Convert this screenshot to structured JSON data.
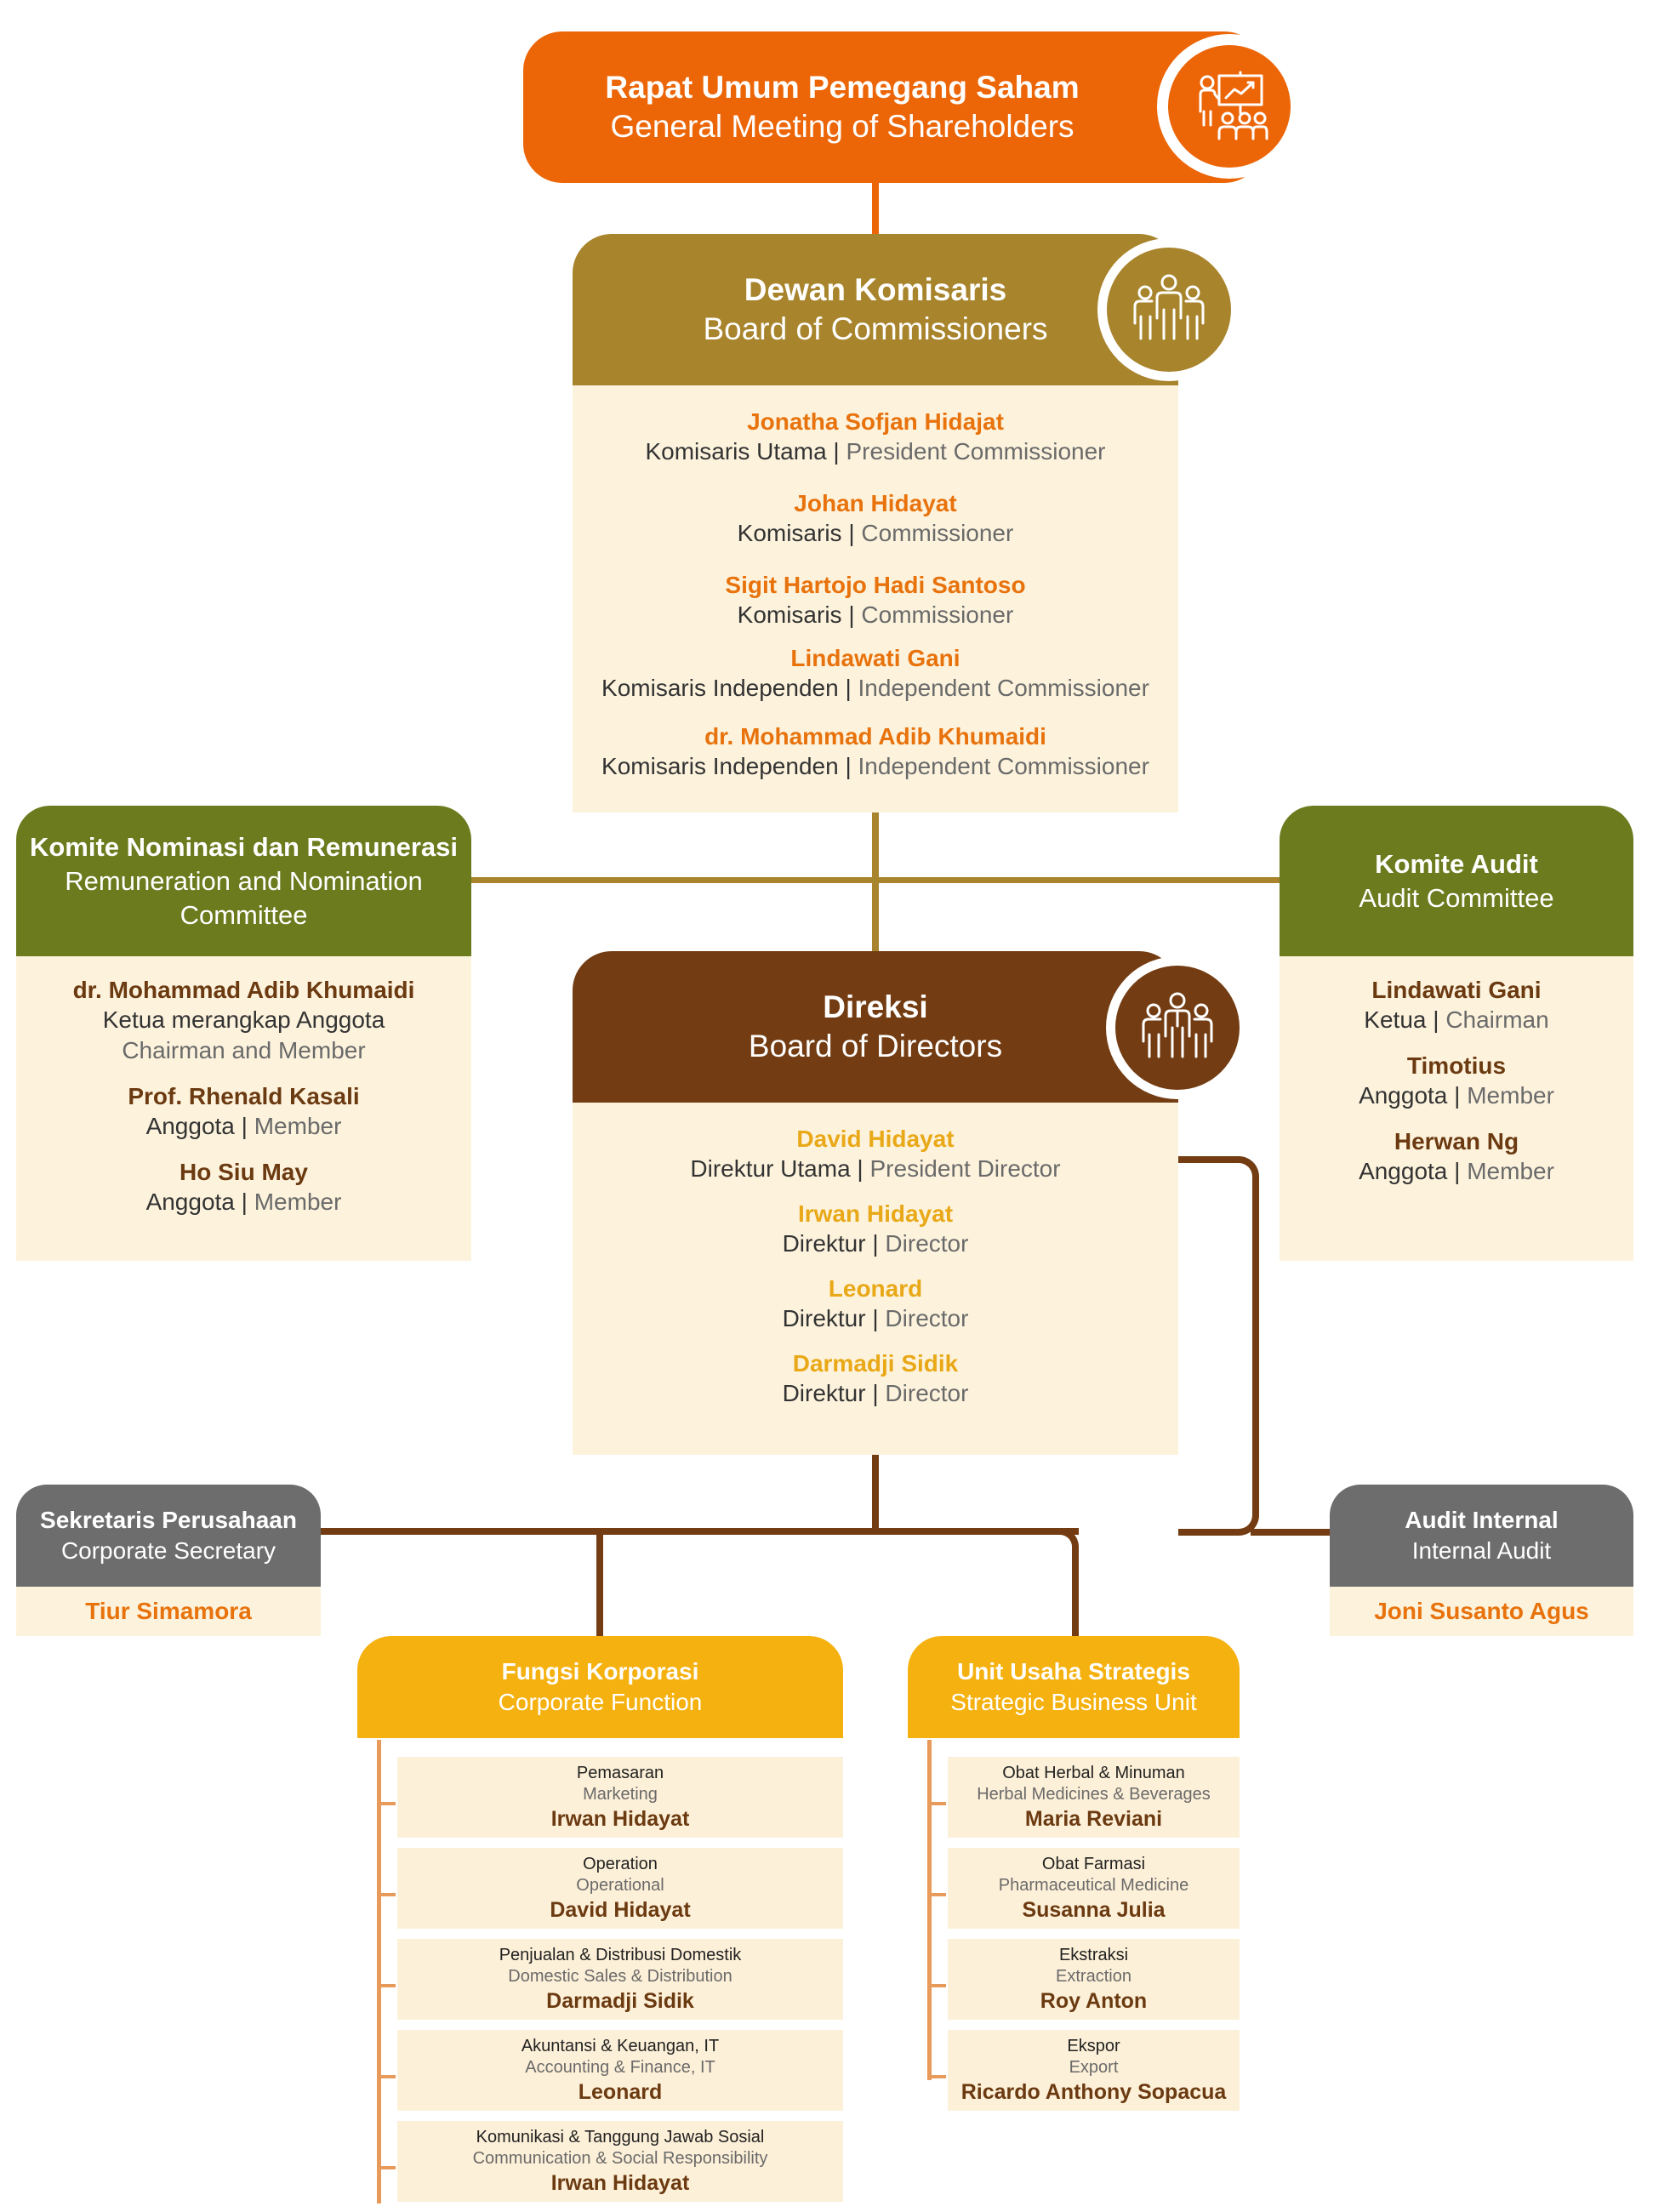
{
  "colors": {
    "rups": "#ec6608",
    "commissioners": "#a8842c",
    "committee": "#6b7b1d",
    "directors": "#733c12",
    "grey": "#6d6d6d",
    "yellow": "#f5b10f",
    "name_orange": "#e8720c",
    "name_gold": "#e9a817",
    "name_brown": "#6b3a11",
    "cream": "#fdf3dd"
  },
  "rups": {
    "title_id": "Rapat Umum Pemegang Saham",
    "title_en": "General Meeting of Shareholders",
    "icon": "presentation-icon"
  },
  "commissioners": {
    "title_id": "Dewan Komisaris",
    "title_en": "Board of Commissioners",
    "icon": "people-group-icon",
    "members": [
      {
        "name": "Jonatha Sofjan Hidajat",
        "role_id": "Komisaris Utama",
        "role_en": "President Commissioner"
      },
      {
        "name": "Johan Hidayat",
        "role_id": "Komisaris",
        "role_en": "Commissioner"
      },
      {
        "name": "Sigit Hartojo Hadi Santoso",
        "role_id": "Komisaris",
        "role_en": "Commissioner"
      },
      {
        "name": "Lindawati Gani",
        "role_id": "Komisaris Independen",
        "role_en": "Independent Commissioner"
      },
      {
        "name": "dr. Mohammad Adib Khumaidi",
        "role_id": "Komisaris Independen",
        "role_en": "Independent Commissioner"
      }
    ]
  },
  "nomination": {
    "title_id": "Komite Nominasi dan Remunerasi",
    "title_en_1": "Remuneration and Nomination",
    "title_en_2": "Committee",
    "members": [
      {
        "name": "dr. Mohammad Adib Khumaidi",
        "role_id": "Ketua merangkap Anggota",
        "role_en": "Chairman and Member"
      },
      {
        "name": "Prof. Rhenald Kasali",
        "role_id": "Anggota",
        "role_en": "Member"
      },
      {
        "name": "Ho Siu May",
        "role_id": "Anggota",
        "role_en": "Member"
      }
    ]
  },
  "audit_committee": {
    "title_id": "Komite Audit",
    "title_en": "Audit Committee",
    "members": [
      {
        "name": "Lindawati Gani",
        "role_id": "Ketua",
        "role_en": "Chairman"
      },
      {
        "name": "Timotius",
        "role_id": "Anggota",
        "role_en": "Member"
      },
      {
        "name": "Herwan Ng",
        "role_id": "Anggota",
        "role_en": "Member"
      }
    ]
  },
  "directors": {
    "title_id": "Direksi",
    "title_en": "Board of Directors",
    "icon": "people-group-icon",
    "members": [
      {
        "name": "David Hidayat",
        "role_id": "Direktur Utama",
        "role_en": "President Director"
      },
      {
        "name": "Irwan Hidayat",
        "role_id": "Direktur",
        "role_en": "Director"
      },
      {
        "name": "Leonard",
        "role_id": "Direktur",
        "role_en": "Director"
      },
      {
        "name": "Darmadji Sidik",
        "role_id": "Direktur",
        "role_en": "Director"
      }
    ]
  },
  "corp_secretary": {
    "title_id": "Sekretaris Perusahaan",
    "title_en": "Corporate Secretary",
    "name": "Tiur Simamora"
  },
  "internal_audit": {
    "title_id": "Audit Internal",
    "title_en": "Internal Audit",
    "name": "Joni Susanto Agus"
  },
  "corp_function": {
    "title_id": "Fungsi Korporasi",
    "title_en": "Corporate Function",
    "units": [
      {
        "id": "Pemasaran",
        "en": "Marketing",
        "name": "Irwan Hidayat"
      },
      {
        "id": "Operation",
        "en": "Operational",
        "name": "David Hidayat"
      },
      {
        "id": "Penjualan & Distribusi Domestik",
        "en": "Domestic Sales & Distribution",
        "name": "Darmadji Sidik"
      },
      {
        "id": "Akuntansi & Keuangan, IT",
        "en": "Accounting & Finance, IT",
        "name": "Leonard"
      },
      {
        "id": "Komunikasi & Tanggung Jawab Sosial",
        "en": "Communication & Social Responsibility",
        "name": "Irwan Hidayat"
      }
    ]
  },
  "sbu": {
    "title_id": "Unit Usaha Strategis",
    "title_en": "Strategic Business Unit",
    "units": [
      {
        "id": "Obat Herbal & Minuman",
        "en": "Herbal Medicines & Beverages",
        "name": "Maria Reviani"
      },
      {
        "id": "Obat Farmasi",
        "en": "Pharmaceutical Medicine",
        "name": "Susanna Julia"
      },
      {
        "id": "Ekstraksi",
        "en": "Extraction",
        "name": "Roy Anton"
      },
      {
        "id": "Ekspor",
        "en": "Export",
        "name": "Ricardo Anthony Sopacua"
      }
    ]
  }
}
